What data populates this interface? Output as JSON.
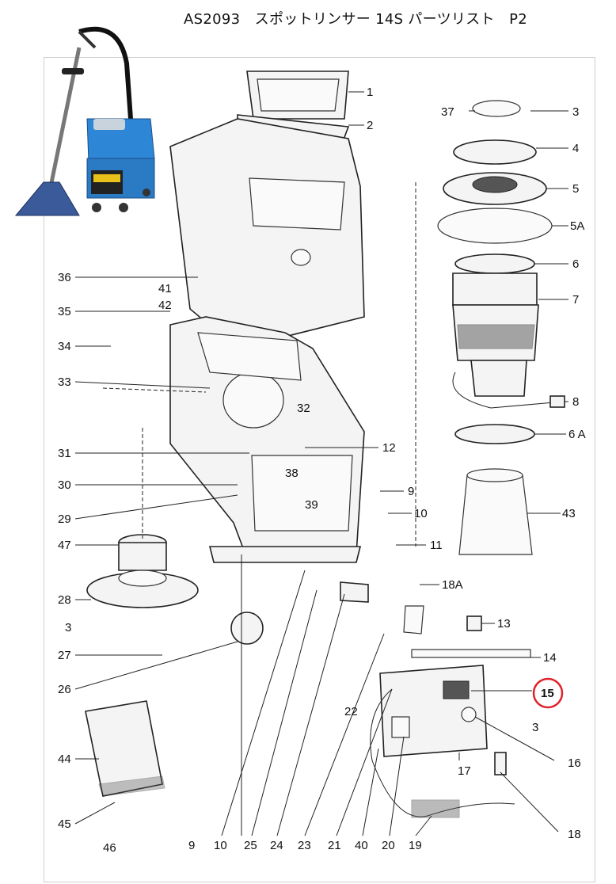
{
  "title": "AS2093　スポットリンサー 14S パーツリスト　P2",
  "highlight_color": "#e0202a",
  "product_photo": "spot-rinser-photo",
  "callouts": {
    "top_right": [
      "1",
      "2",
      "37",
      "3",
      "4",
      "5",
      "5A",
      "6",
      "7",
      "8",
      "6 A",
      "43"
    ],
    "left": [
      "36",
      "41",
      "42",
      "35",
      "34",
      "33",
      "32",
      "12",
      "31",
      "38",
      "30",
      "39",
      "29",
      "47",
      "28",
      "3",
      "27",
      "26",
      "44",
      "45",
      "46"
    ],
    "middle": [
      "9",
      "10",
      "11",
      "18A",
      "13",
      "14",
      "15",
      "3",
      "22",
      "16",
      "17",
      "18"
    ],
    "bottom": [
      "9",
      "10",
      "25",
      "24",
      "23",
      "21",
      "40",
      "20",
      "19"
    ]
  }
}
